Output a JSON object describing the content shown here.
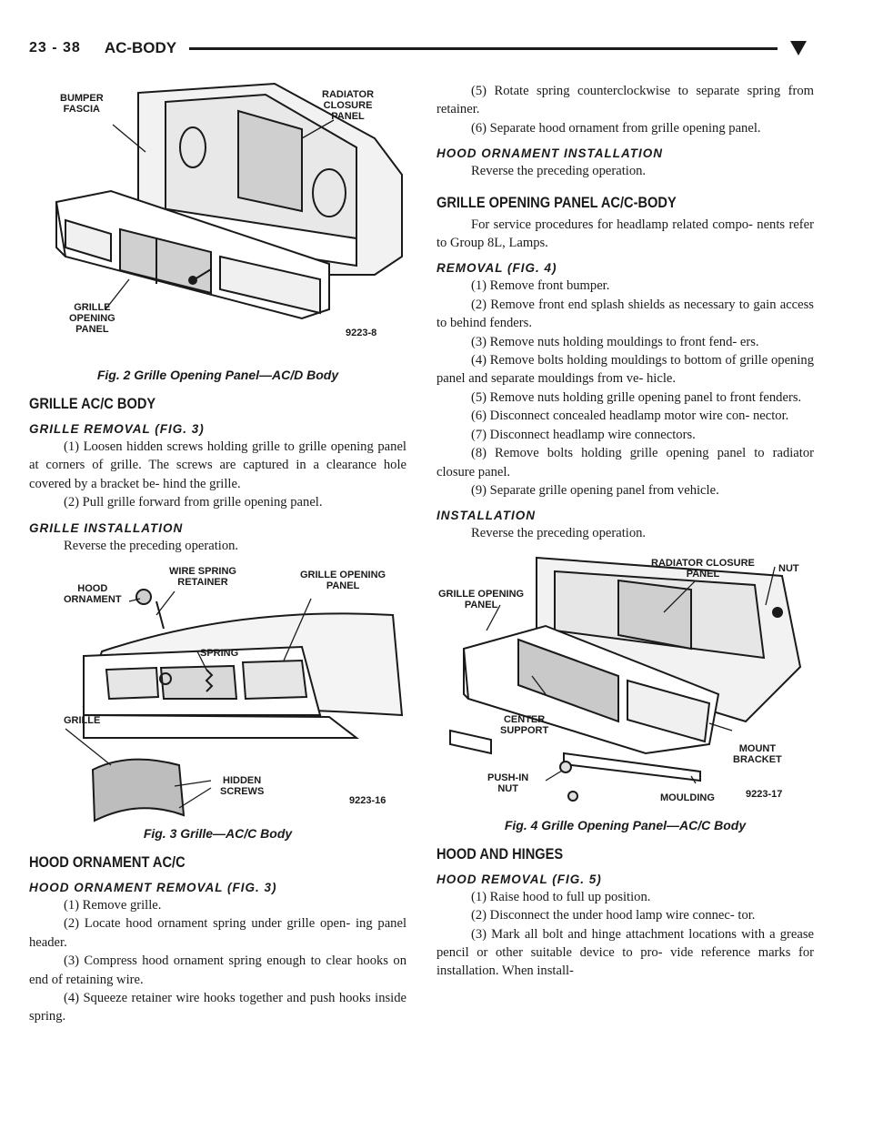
{
  "header": {
    "page_number": "23 - 38",
    "section": "AC-BODY"
  },
  "left": {
    "fig2": {
      "labels": {
        "bumper": "BUMPER\nFASCIA",
        "radiator": "RADIATOR\nCLOSURE\nPANEL",
        "grille_opening": "GRILLE\nOPENING\nPANEL"
      },
      "code": "9223-8",
      "caption": "Fig. 2 Grille Opening Panel—AC/D Body"
    },
    "grille_heading": "GRILLE AC/C BODY",
    "grille_removal_heading": "GRILLE REMOVAL (FIG. 3)",
    "grille_removal_steps": [
      "(1) Loosen hidden screws holding grille to grille opening panel at corners of grille. The screws are captured in a clearance hole covered by a bracket be- hind the grille.",
      "(2) Pull grille forward from grille opening panel."
    ],
    "grille_install_heading": "GRILLE INSTALLATION",
    "grille_install_text": "Reverse the preceding operation.",
    "fig3": {
      "labels": {
        "hood_ornament": "HOOD\nORNAMENT",
        "wire_spring": "WIRE SPRING\nRETAINER",
        "grille_opening": "GRILLE OPENING\nPANEL",
        "spring": "SPRING",
        "grille": "GRILLE",
        "hidden_screws": "HIDDEN\nSCREWS"
      },
      "code": "9223-16",
      "caption": "Fig. 3 Grille—AC/C Body"
    },
    "hood_ornament_heading": "HOOD ORNAMENT AC/C",
    "hood_ornament_removal_heading": "HOOD ORNAMENT REMOVAL (FIG. 3)",
    "hood_ornament_removal_steps": [
      "(1) Remove grille.",
      "(2) Locate hood ornament spring under grille open- ing panel header.",
      "(3) Compress hood ornament spring enough to clear hooks on end of retaining wire.",
      "(4) Squeeze retainer wire hooks together and push hooks inside spring."
    ]
  },
  "right": {
    "top_steps": [
      "(5) Rotate spring counterclockwise to separate spring from retainer.",
      "(6) Separate hood ornament from grille opening panel."
    ],
    "hood_ornament_install_heading": "HOOD ORNAMENT INSTALLATION",
    "hood_ornament_install_text": "Reverse the preceding operation.",
    "gop_heading": "GRILLE OPENING PANEL AC/C-BODY",
    "gop_intro": "For service procedures for headlamp related compo- nents refer to Group 8L, Lamps.",
    "removal_heading": "REMOVAL (FIG. 4)",
    "removal_steps": [
      "(1) Remove front bumper.",
      "(2) Remove front end splash shields as necessary to gain access to behind fenders.",
      "(3) Remove nuts holding mouldings to front fend- ers.",
      "(4) Remove bolts holding mouldings to bottom of grille opening panel and separate mouldings from ve- hicle.",
      "(5) Remove nuts holding grille opening panel to front fenders.",
      "(6) Disconnect concealed headlamp motor wire con- nector.",
      "(7) Disconnect headlamp wire connectors.",
      "(8) Remove bolts holding grille opening panel to radiator closure panel.",
      "(9) Separate grille opening panel from vehicle."
    ],
    "install_heading": "INSTALLATION",
    "install_text": "Reverse the preceding operation.",
    "fig4": {
      "labels": {
        "radiator": "RADIATOR CLOSURE\nPANEL",
        "nut": "NUT",
        "grille_opening": "GRILLE OPENING\nPANEL",
        "center_support": "CENTER\nSUPPORT",
        "mount_bracket": "MOUNT\nBRACKET",
        "push_in_nut": "PUSH-IN\nNUT",
        "moulding": "MOULDING"
      },
      "code": "9223-17",
      "caption": "Fig. 4 Grille Opening Panel—AC/C Body"
    },
    "hood_heading": "HOOD AND HINGES",
    "hood_removal_heading": "HOOD REMOVAL (FIG. 5)",
    "hood_removal_steps": [
      "(1) Raise hood to full up position.",
      "(2) Disconnect the under hood lamp wire connec- tor.",
      "(3) Mark all bolt and hinge attachment locations with a grease pencil or other suitable device to pro- vide reference marks for installation. When install-"
    ]
  }
}
